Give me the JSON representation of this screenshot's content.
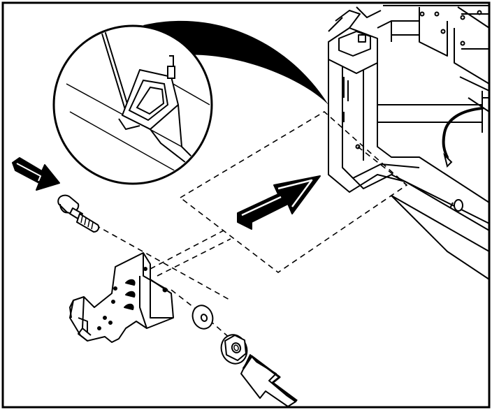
{
  "figure": {
    "colors": {
      "line": "#000000",
      "background": "#ffffff",
      "fill_light": "#ffffff",
      "fill_dark": "#000000"
    },
    "parts": [
      {
        "name": "carriage-bolt",
        "icon": "bolt-icon"
      },
      {
        "name": "mounting-bracket",
        "icon": "bracket-icon"
      },
      {
        "name": "flat-washer",
        "icon": "washer-icon"
      },
      {
        "name": "hex-flange-nut",
        "icon": "nut-icon"
      },
      {
        "name": "frame-upright",
        "icon": "frame-icon"
      },
      {
        "name": "detail-magnifier",
        "icon": "magnifier-icon"
      }
    ],
    "arrows": [
      {
        "name": "bolt-insert-arrow",
        "icon": "arrow-right-icon"
      },
      {
        "name": "bracket-slide-arrow",
        "icon": "arrow-right-icon"
      },
      {
        "name": "nut-tighten-arrow",
        "icon": "arrow-up-left-icon"
      }
    ]
  }
}
